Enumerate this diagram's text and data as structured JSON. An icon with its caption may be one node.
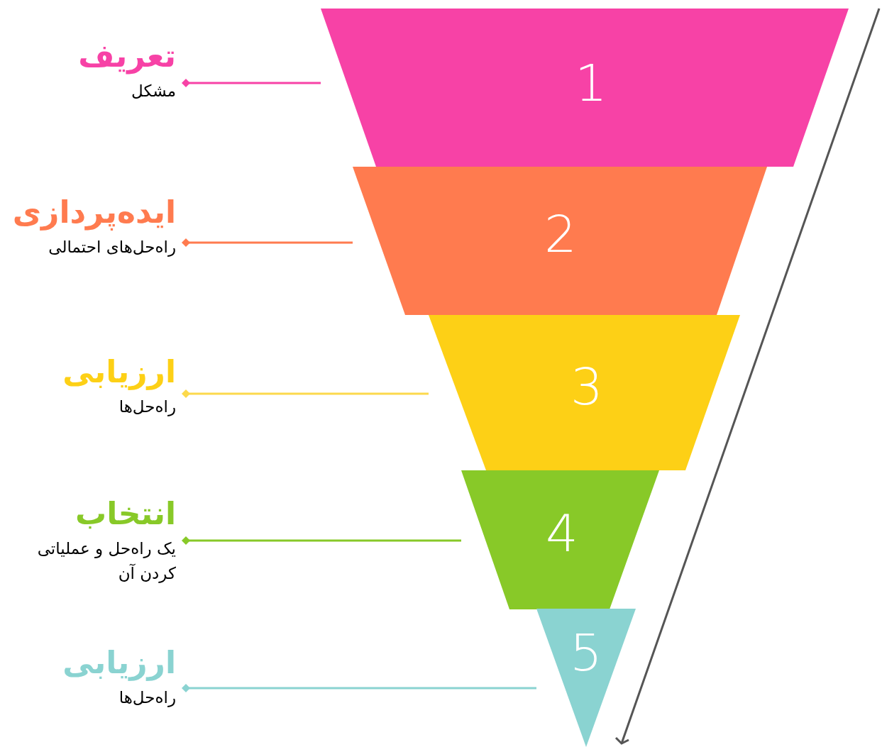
{
  "diagram": {
    "nodes": [
      {
        "text": [
          "1"
        ]
      },
      {
        "text": [
          "2"
        ]
      },
      {
        "text": [
          "3"
        ]
      },
      {
        "text": [
          "4"
        ]
      },
      {
        "text": [
          "5"
        ]
      },
      {
        "text": [
          "تعریف",
          "مشکل"
        ]
      },
      {
        "text": [
          "ایده‌پردازی",
          "راه‌حل‌های احتمالی"
        ]
      },
      {
        "text": [
          "ارزیابی",
          "راه‌حل‌ها"
        ]
      },
      {
        "text": [
          "انتخاب",
          "یک راه‌حل و عملیاتی کردن آن"
        ]
      },
      {
        "text": [
          "ارزیابی",
          "راه‌حل‌ها"
        ]
      }
    ],
    "edges": [
      {
        "from": 5,
        "to": 0,
        "arrow": "other",
        "color": "#f742a6"
      },
      {
        "from": 6,
        "to": 1,
        "arrow": "other",
        "color": "#ff7b4f"
      },
      {
        "from": 7,
        "to": 2,
        "arrow": "other",
        "color": "#fcd94c"
      },
      {
        "from": 8,
        "to": 3,
        "arrow": "other",
        "color": "#88c928"
      },
      {
        "from": 9,
        "to": 4,
        "arrow": "other",
        "color": "#8ad3d1"
      }
    ]
  }
}
